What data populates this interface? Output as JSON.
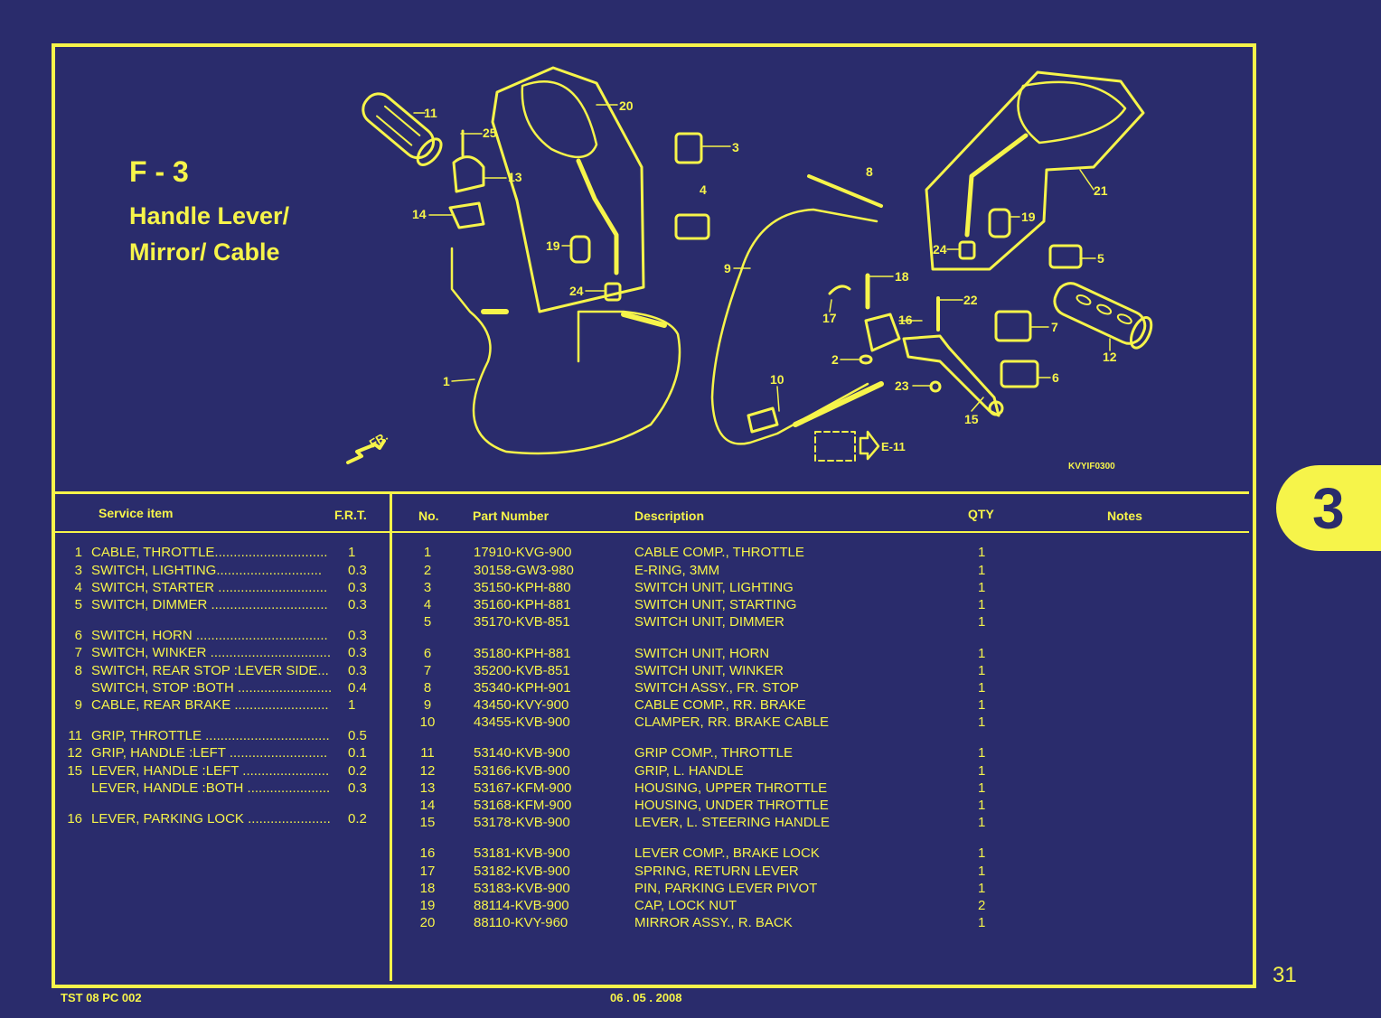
{
  "section": {
    "code": "F - 3",
    "title_line1": "Handle Lever/",
    "title_line2": "Mirror/ Cable",
    "tab_number": "3"
  },
  "diagram": {
    "code": "KVYIF0300",
    "direction_label": "FR.",
    "ref_label": "E-11",
    "callouts": [
      "1",
      "2",
      "3",
      "4",
      "5",
      "6",
      "7",
      "8",
      "9",
      "10",
      "11",
      "12",
      "13",
      "14",
      "15",
      "16",
      "17",
      "18",
      "19",
      "19",
      "20",
      "21",
      "22",
      "23",
      "24",
      "24",
      "25"
    ]
  },
  "service": {
    "header_item": "Service item",
    "header_frt": "F.R.T.",
    "rows": [
      {
        "no": "1",
        "item": "CABLE, THROTTLE..............................",
        "frt": "1"
      },
      {
        "no": "3",
        "item": "SWITCH, LIGHTING............................",
        "frt": "0.3"
      },
      {
        "no": "4",
        "item": "SWITCH, STARTER .............................",
        "frt": "0.3"
      },
      {
        "no": "5",
        "item": "SWITCH, DIMMER ...............................",
        "frt": "0.3"
      },
      {
        "no": "6",
        "item": "SWITCH, HORN ...................................",
        "frt": "0.3"
      },
      {
        "no": "7",
        "item": "SWITCH, WINKER ................................",
        "frt": "0.3"
      },
      {
        "no": "8",
        "item": "SWITCH, REAR STOP :LEVER SIDE...",
        "frt": "0.3"
      },
      {
        "no": "",
        "item": "SWITCH, STOP :BOTH .........................",
        "frt": "0.4"
      },
      {
        "no": "9",
        "item": "CABLE, REAR BRAKE .........................",
        "frt": "1"
      },
      {
        "no": "11",
        "item": "GRIP, THROTTLE .................................",
        "frt": "0.5"
      },
      {
        "no": "12",
        "item": "GRIP, HANDLE :LEFT ..........................",
        "frt": "0.1"
      },
      {
        "no": "15",
        "item": "LEVER, HANDLE :LEFT .......................",
        "frt": "0.2"
      },
      {
        "no": "",
        "item": "LEVER, HANDLE :BOTH ......................",
        "frt": "0.3"
      },
      {
        "no": "16",
        "item": "LEVER, PARKING LOCK ......................",
        "frt": "0.2"
      }
    ]
  },
  "parts": {
    "headers": {
      "no": "No.",
      "part": "Part Number",
      "desc": "Description",
      "qty": "QTY",
      "notes": "Notes"
    },
    "rows": [
      {
        "no": "1",
        "part": "17910-KVG-900",
        "desc": "CABLE COMP., THROTTLE",
        "qty": "1"
      },
      {
        "no": "2",
        "part": "30158-GW3-980",
        "desc": "E-RING, 3MM",
        "qty": "1"
      },
      {
        "no": "3",
        "part": "35150-KPH-880",
        "desc": "SWITCH UNIT, LIGHTING",
        "qty": "1"
      },
      {
        "no": "4",
        "part": "35160-KPH-881",
        "desc": "SWITCH UNIT, STARTING",
        "qty": "1"
      },
      {
        "no": "5",
        "part": "35170-KVB-851",
        "desc": "SWITCH UNIT, DIMMER",
        "qty": "1"
      },
      {
        "no": "6",
        "part": "35180-KPH-881",
        "desc": "SWITCH UNIT, HORN",
        "qty": "1"
      },
      {
        "no": "7",
        "part": "35200-KVB-851",
        "desc": "SWITCH UNIT, WINKER",
        "qty": "1"
      },
      {
        "no": "8",
        "part": "35340-KPH-901",
        "desc": "SWITCH ASSY., FR. STOP",
        "qty": "1"
      },
      {
        "no": "9",
        "part": "43450-KVY-900",
        "desc": "CABLE COMP., RR. BRAKE",
        "qty": "1"
      },
      {
        "no": "10",
        "part": "43455-KVB-900",
        "desc": "CLAMPER, RR. BRAKE CABLE",
        "qty": "1"
      },
      {
        "no": "11",
        "part": "53140-KVB-900",
        "desc": "GRIP COMP., THROTTLE",
        "qty": "1"
      },
      {
        "no": "12",
        "part": "53166-KVB-900",
        "desc": "GRIP, L. HANDLE",
        "qty": "1"
      },
      {
        "no": "13",
        "part": "53167-KFM-900",
        "desc": "HOUSING, UPPER THROTTLE",
        "qty": "1"
      },
      {
        "no": "14",
        "part": "53168-KFM-900",
        "desc": "HOUSING, UNDER THROTTLE",
        "qty": "1"
      },
      {
        "no": "15",
        "part": "53178-KVB-900",
        "desc": "LEVER, L. STEERING HANDLE",
        "qty": "1"
      },
      {
        "no": "16",
        "part": "53181-KVB-900",
        "desc": "LEVER COMP., BRAKE LOCK",
        "qty": "1"
      },
      {
        "no": "17",
        "part": "53182-KVB-900",
        "desc": "SPRING, RETURN LEVER",
        "qty": "1"
      },
      {
        "no": "18",
        "part": "53183-KVB-900",
        "desc": "PIN, PARKING LEVER PIVOT",
        "qty": "1"
      },
      {
        "no": "19",
        "part": "88114-KVB-900",
        "desc": "CAP, LOCK NUT",
        "qty": "2"
      },
      {
        "no": "20",
        "part": "88110-KVY-960",
        "desc": "MIRROR ASSY., R. BACK",
        "qty": "1"
      }
    ]
  },
  "footer": {
    "doc_code": "TST 08 PC 002",
    "date": "06 . 05 . 2008",
    "page_number": "31"
  },
  "colors": {
    "background": "#2a2c6c",
    "accent": "#f6f44a"
  }
}
